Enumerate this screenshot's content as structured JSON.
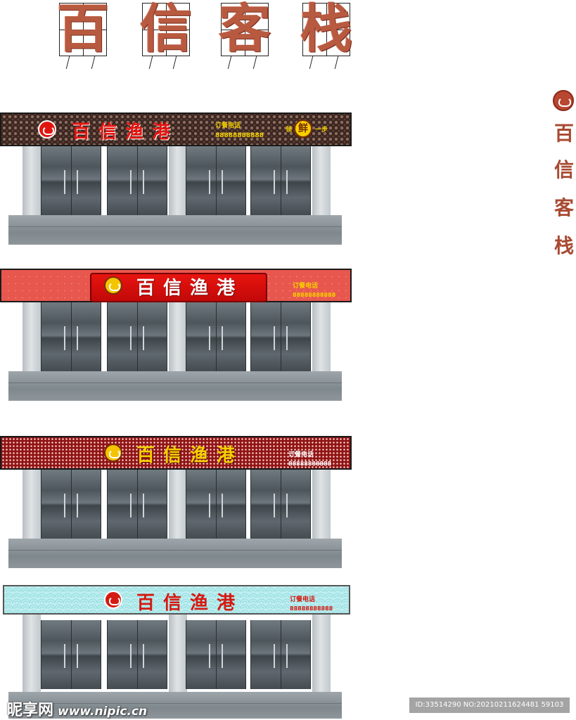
{
  "top_title": {
    "chars": [
      "百",
      "信",
      "客",
      "栈"
    ]
  },
  "vertical_title": {
    "chars": [
      "百",
      "信",
      "客",
      "栈"
    ]
  },
  "storefronts": [
    {
      "name": "百信渔港",
      "phone_label": "订餐电话",
      "phone_number": "88888888888",
      "side_text": [
        "领",
        "鲜",
        "一步"
      ]
    },
    {
      "name": "百信渔港",
      "phone_label": "订餐电话",
      "phone_number": "88888888888"
    },
    {
      "name": "百信渔港",
      "phone_label": "订餐电话",
      "phone_number": "88888888888"
    },
    {
      "name": "百信渔港",
      "phone_label": "订餐电话",
      "phone_number": "88888888888"
    }
  ],
  "watermark": {
    "site_name": "昵享网",
    "site_url": "www.nipic.cn",
    "id_text": "ID:33514290 NO:20210211624481 59103"
  },
  "colors": {
    "title_brown": "#b85a40",
    "sign_red": "#e8140f",
    "sign_gold": "#f5d000",
    "sign_dark_red": "#8f1414",
    "sign_cyan": "#bfeff0"
  }
}
